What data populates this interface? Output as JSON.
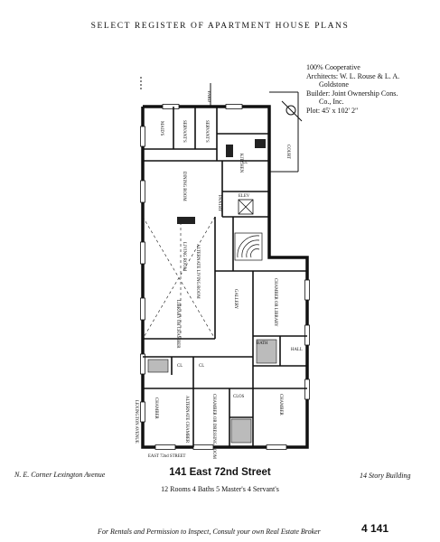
{
  "header": "SELECT REGISTER OF APARTMENT HOUSE PLANS",
  "notes": {
    "line1": "100% Cooperative",
    "line2": "Architects: W. L. Rouse & L. A.",
    "line3": "Goldstone",
    "line4": "Builder: Joint Ownership Cons.",
    "line5": "Co., Inc.",
    "line6": "Plot: 45' x 102' 2\""
  },
  "plan_labels": {
    "yard": "YARD",
    "court": "COURT",
    "servants1": "SERVANT'S",
    "servants2": "SERVANT'S",
    "maids": "MAID'S",
    "kitchen": "KITCHEN",
    "pantry": "PANTRY",
    "dining": "DINING ROOM",
    "living": "LIVING ROOM",
    "alt_living": "ALTERNATE LIVING ROOM",
    "library": "LIBRARY OR CHAMBER",
    "gallery": "GALLERY",
    "chamber_library": "CHAMBER OR LIBRARY",
    "chamber_small": "CHAMBER",
    "alt_chamber": "ALTERNATE CHAMBER",
    "chamber_dressing": "CHAMBER OR DRESSING ROOM",
    "chamber_right": "CHAMBER",
    "east_street": "EAST 72nd STREET",
    "lexington": "LEXINGTON AVENUE",
    "cl": "CL",
    "clos": "CLOS",
    "bath": "BATH",
    "hall": "HALL",
    "elev": "ELEV"
  },
  "footer": {
    "left": "N. E. Corner Lexington Avenue",
    "title": "141 East 72nd Street",
    "right": "14 Story Building",
    "rooms": "12 Rooms 4 Baths 5 Master's 4 Servant's",
    "broker": "For Rentals and Permission to Inspect, Consult your own Real Estate Broker",
    "page": "4 141"
  }
}
